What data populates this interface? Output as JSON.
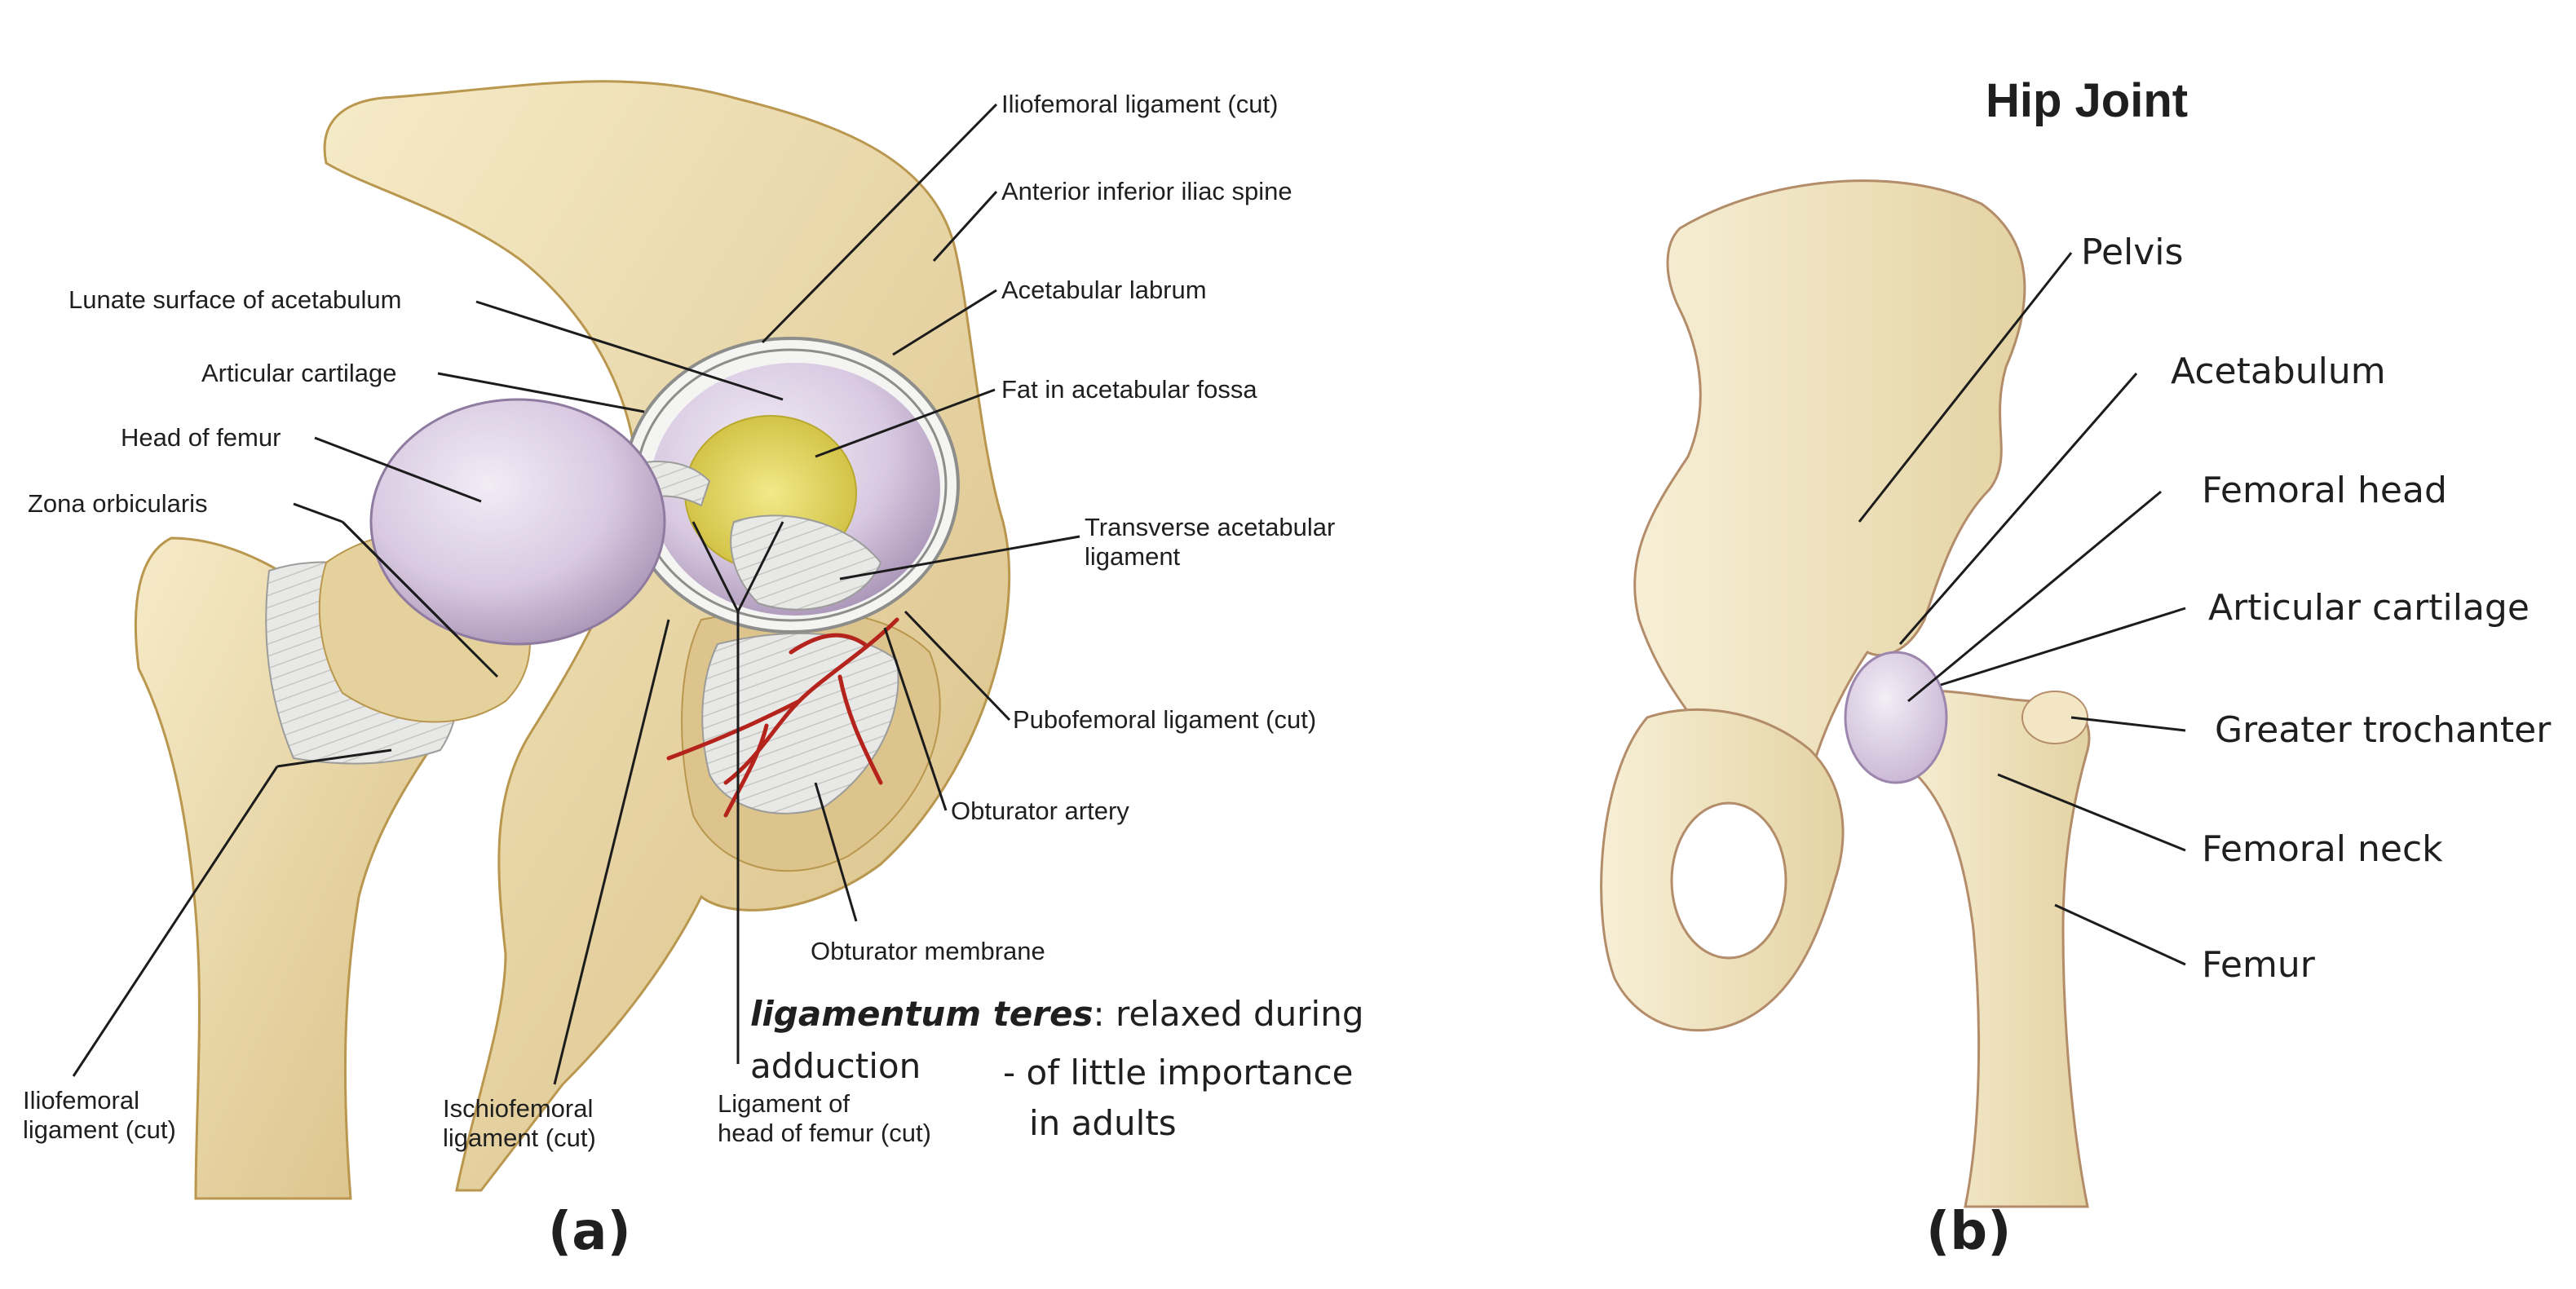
{
  "panel_a": {
    "caption": "(a)",
    "labels": {
      "iliofemoral_cut_top": "Iliofemoral ligament (cut)",
      "anterior_inferior_iliac_spine": "Anterior inferior iliac spine",
      "lunate_surface": "Lunate surface of acetabulum",
      "acetabular_labrum": "Acetabular labrum",
      "articular_cartilage": "Articular cartilage",
      "fat_in_fossa": "Fat in acetabular fossa",
      "head_of_femur": "Head of femur",
      "zona_orbicularis": "Zona orbicularis",
      "transverse_ligament_1": "Transverse acetabular",
      "transverse_ligament_2": "ligament",
      "pubofemoral_cut": "Pubofemoral ligament (cut)",
      "obturator_artery": "Obturator artery",
      "obturator_membrane": "Obturator membrane",
      "iliofemoral_bottom_1": "Iliofemoral",
      "iliofemoral_bottom_2": "ligament (cut)",
      "ischiofemoral_1": "Ischiofemoral",
      "ischiofemoral_2": "ligament (cut)",
      "lig_head_1": "Ligament of",
      "lig_head_2": "head of femur (cut)"
    },
    "note": {
      "term": "ligamentum teres",
      "line1_rest": ": relaxed during",
      "line2a": "adduction",
      "line2b": "- of little importance",
      "line3": "in adults"
    }
  },
  "panel_b": {
    "title": "Hip Joint",
    "caption": "(b)",
    "labels": {
      "pelvis": "Pelvis",
      "acetabulum": "Acetabulum",
      "femoral_head": "Femoral head",
      "articular_cartilage": "Articular cartilage",
      "greater_trochanter": "Greater trochanter",
      "femoral_neck": "Femoral neck",
      "femur": "Femur"
    }
  },
  "colors": {
    "bone": "#ecdcae",
    "bone_shadow": "#c9aa6c",
    "cartilage": "#d9cbe2",
    "ligament": "#e6e6e4",
    "fat": "#e4d65a",
    "artery": "#b4231c"
  }
}
